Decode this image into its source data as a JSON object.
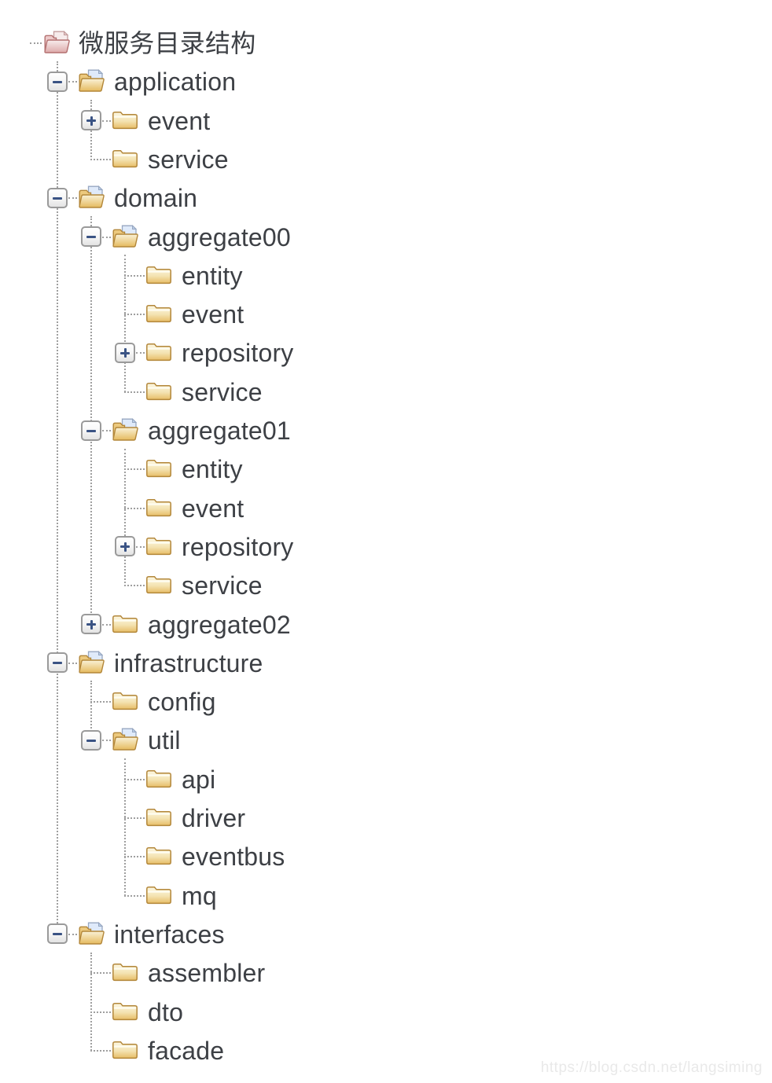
{
  "window": {
    "background": "#ffffff"
  },
  "colors": {
    "label_text": "#3d4045",
    "connector_line": "#9f9f9f",
    "toggle_glyph_blue": "#3a5384",
    "folder_gold": "#e7bd66",
    "folder_outline": "#b3873a",
    "root_folder_pink": "#ddaaaa",
    "watermark_gray": "#e9e9e9"
  },
  "watermark": {
    "text": "https://blog.csdn.net/langsiming"
  },
  "tree": {
    "root": {
      "label": "微服务目录结构",
      "icon": "pink-open-folder-icon",
      "expanded": true,
      "children": [
        {
          "label": "application",
          "icon": "open-folder-icon",
          "expanded": true,
          "children": [
            {
              "label": "event",
              "icon": "closed-folder-icon",
              "expanded": false,
              "has_children": true
            },
            {
              "label": "service",
              "icon": "closed-folder-icon"
            }
          ]
        },
        {
          "label": "domain",
          "icon": "open-folder-icon",
          "expanded": true,
          "children": [
            {
              "label": "aggregate00",
              "icon": "open-folder-icon",
              "expanded": true,
              "children": [
                {
                  "label": "entity",
                  "icon": "closed-folder-icon"
                },
                {
                  "label": "event",
                  "icon": "closed-folder-icon"
                },
                {
                  "label": "repository",
                  "icon": "closed-folder-icon",
                  "expanded": false,
                  "has_children": true
                },
                {
                  "label": "service",
                  "icon": "closed-folder-icon"
                }
              ]
            },
            {
              "label": "aggregate01",
              "icon": "open-folder-icon",
              "expanded": true,
              "children": [
                {
                  "label": "entity",
                  "icon": "closed-folder-icon"
                },
                {
                  "label": "event",
                  "icon": "closed-folder-icon"
                },
                {
                  "label": "repository",
                  "icon": "closed-folder-icon",
                  "expanded": false,
                  "has_children": true
                },
                {
                  "label": "service",
                  "icon": "closed-folder-icon"
                }
              ]
            },
            {
              "label": "aggregate02",
              "icon": "closed-folder-icon",
              "expanded": false,
              "has_children": true
            }
          ]
        },
        {
          "label": "infrastructure",
          "icon": "open-folder-icon",
          "expanded": true,
          "children": [
            {
              "label": "config",
              "icon": "closed-folder-icon"
            },
            {
              "label": "util",
              "icon": "open-folder-icon",
              "expanded": true,
              "children": [
                {
                  "label": "api",
                  "icon": "closed-folder-icon"
                },
                {
                  "label": "driver",
                  "icon": "closed-folder-icon"
                },
                {
                  "label": "eventbus",
                  "icon": "closed-folder-icon"
                },
                {
                  "label": "mq",
                  "icon": "closed-folder-icon"
                }
              ]
            }
          ]
        },
        {
          "label": "interfaces",
          "icon": "open-folder-icon",
          "expanded": true,
          "children": [
            {
              "label": "assembler",
              "icon": "closed-folder-icon"
            },
            {
              "label": "dto",
              "icon": "closed-folder-icon"
            },
            {
              "label": "facade",
              "icon": "closed-folder-icon"
            }
          ]
        }
      ]
    }
  }
}
